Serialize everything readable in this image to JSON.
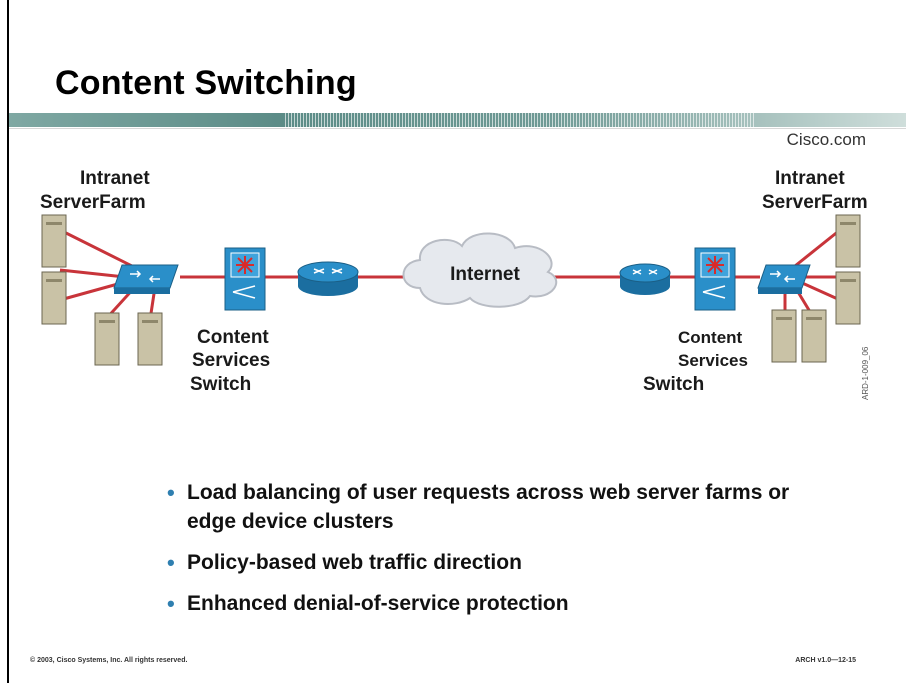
{
  "slide": {
    "title": "Content Switching",
    "brand": "Cisco.com",
    "footer_left": "© 2003, Cisco Systems, Inc. All rights reserved.",
    "footer_right": "ARCH v1.0—12-15"
  },
  "diagram": {
    "left_farm_line1": "Intranet",
    "left_farm_line2": "ServerFarm",
    "right_farm_line1": "Intranet",
    "right_farm_line2": "ServerFarm",
    "left_css_line1": "Content",
    "left_css_line2": "Services",
    "left_css_line3": "Switch",
    "right_css_line1": "Content",
    "right_css_line2": "Services",
    "right_css_line3": "Switch",
    "cloud_label": "Internet",
    "side_code": "ARD-1-009_06"
  },
  "bullets": [
    "Load balancing of user requests across web server farms or edge device clusters",
    "Policy-based web traffic direction",
    "Enhanced denial-of-service protection"
  ],
  "colors": {
    "link": "#c8343a",
    "device_blue": "#2a8fc9",
    "server_beige": "#c9c2a6",
    "bullet_accent": "#2f7fb0"
  }
}
